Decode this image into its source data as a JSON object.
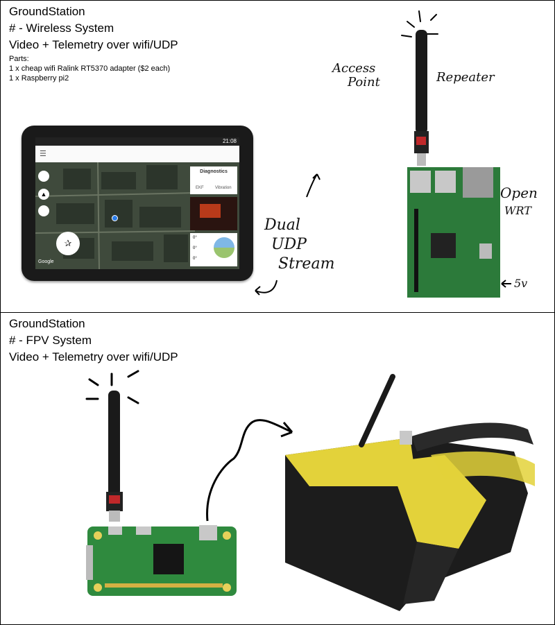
{
  "panel1": {
    "title": "GroundStation",
    "subtitle": "# - Wireless System",
    "caption": "Video + Telemetry over wifi/UDP",
    "parts_label": "Parts:",
    "parts": [
      "1 x cheap wifi Ralink RT5370 adapter ($2 each)",
      "1 x Raspberry pi2"
    ],
    "annotations": {
      "access_point": [
        "Access",
        "Point"
      ],
      "repeater": "Repeater",
      "open_wrt": [
        "Open",
        "WRT"
      ],
      "dual_udp": [
        "Dual",
        "UDP",
        "Stream"
      ],
      "five_v": "5v"
    },
    "tablet": {
      "time": "21:08",
      "diagnostics_title": "Diagnostics",
      "diag_items": [
        "EKF",
        "Vibration"
      ],
      "map_logo": "Google",
      "gauge_values": [
        "0°",
        "0°",
        "0°"
      ]
    }
  },
  "panel2": {
    "title": "GroundStation",
    "subtitle": "# - FPV System",
    "caption": "Video + Telemetry over wifi/UDP"
  }
}
